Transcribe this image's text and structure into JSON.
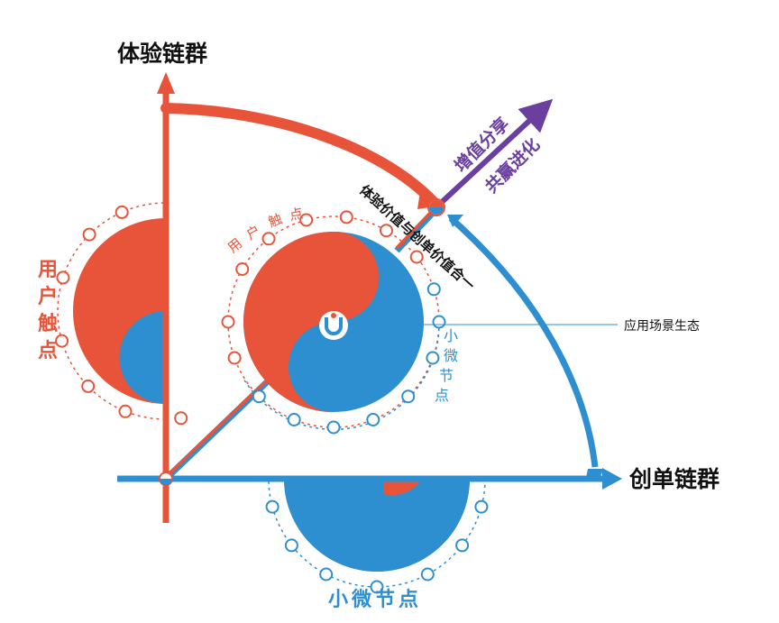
{
  "colors": {
    "red": "#e8543a",
    "blue": "#2e8fd0",
    "purple": "#6a3fa0",
    "black": "#111111",
    "gray_line": "#2e8fd0"
  },
  "labels": {
    "y_axis": "体验链群",
    "x_axis": "创单链群",
    "diagonal": "体验价值与创单价值合一",
    "arrow_line1": "增值分享",
    "arrow_line2": "共赢进化",
    "callout": "应用场景生态",
    "center_letter": "U"
  },
  "left_label_chars": [
    "用",
    "户",
    "触",
    "点"
  ],
  "center_top_label_chars": [
    "用",
    "户",
    "触",
    "点"
  ],
  "center_right_label_chars": [
    "小",
    "微",
    "节",
    "点"
  ],
  "bottom_label": "小微节点"
}
